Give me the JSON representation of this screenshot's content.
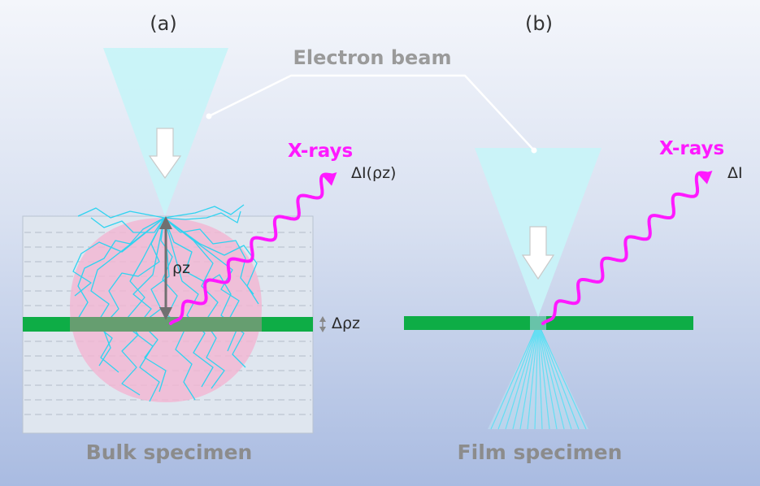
{
  "panels": {
    "a": {
      "label": "(a)"
    },
    "b": {
      "label": "(b)"
    }
  },
  "labels": {
    "electron_beam": "Electron beam",
    "xrays_a": "X-rays",
    "xrays_b": "X-rays",
    "delta_i_rhoz": "ΔI(ρz)",
    "delta_i": "ΔI",
    "rhoz": "ρz",
    "delta_rhoz": "Δρz",
    "bulk_specimen": "Bulk specimen",
    "film_specimen": "Film specimen"
  },
  "colors": {
    "beam": "#c8f3f8",
    "trajectory": "#2fd3f0",
    "xray": "#ff19ff",
    "layer": "#0ead46",
    "interaction_volume": "#f3b6d3",
    "specimen": "#dfe6ef"
  }
}
